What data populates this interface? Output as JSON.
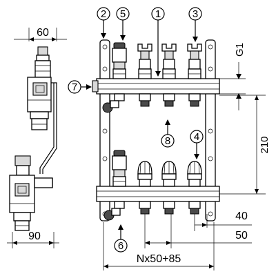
{
  "callouts": {
    "c1": "1",
    "c2": "2",
    "c3": "3",
    "c4": "4",
    "c5": "5",
    "c6": "6",
    "c7": "7",
    "c8": "8"
  },
  "dimensions": {
    "side_width_top": "60",
    "side_width_bottom": "90",
    "thread": "G1",
    "rail_spacing": "210",
    "outlet_offset": "40",
    "outlet_pitch": "50",
    "total_length": "Nx50+85"
  },
  "colors": {
    "line": "#000000",
    "fill_light": "#d9d9d9",
    "fill_dark": "#4a4a4a"
  }
}
